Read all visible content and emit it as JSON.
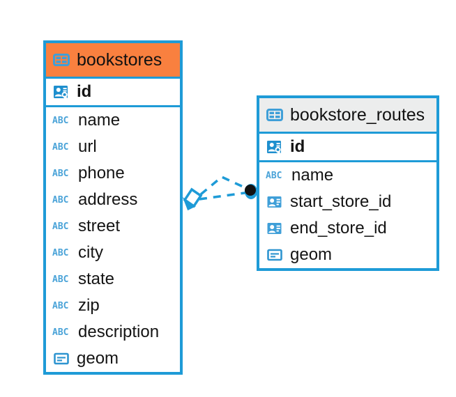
{
  "diagram": {
    "type": "entity-relationship-diagram",
    "background_color": "#ffffff",
    "accent_blue": "#1e9bd7",
    "accent_orange": "#f9803f",
    "accent_grey": "#eceded"
  },
  "entities": [
    {
      "name": "bookstores",
      "title": "bookstores",
      "header_color": "#f9803f",
      "header_icon": "table-icon",
      "primary_key": {
        "label": "id",
        "icon": "primary-key-icon"
      },
      "fields": [
        {
          "label": "name",
          "icon": "text-abc-icon"
        },
        {
          "label": "url",
          "icon": "text-abc-icon"
        },
        {
          "label": "phone",
          "icon": "text-abc-icon"
        },
        {
          "label": "address",
          "icon": "text-abc-icon"
        },
        {
          "label": "street",
          "icon": "text-abc-icon"
        },
        {
          "label": "city",
          "icon": "text-abc-icon"
        },
        {
          "label": "state",
          "icon": "text-abc-icon"
        },
        {
          "label": "zip",
          "icon": "text-abc-icon"
        },
        {
          "label": "description",
          "icon": "text-abc-icon"
        },
        {
          "label": "geom",
          "icon": "geometry-icon"
        }
      ]
    },
    {
      "name": "bookstore_routes",
      "title": "bookstore_routes",
      "header_color": "#eceded",
      "header_icon": "table-icon",
      "primary_key": {
        "label": "id",
        "icon": "primary-key-icon"
      },
      "fields": [
        {
          "label": "name",
          "icon": "text-abc-icon"
        },
        {
          "label": "start_store_id",
          "icon": "foreign-key-icon"
        },
        {
          "label": "end_store_id",
          "icon": "foreign-key-icon"
        },
        {
          "label": "geom",
          "icon": "geometry-icon"
        }
      ]
    }
  ],
  "relationship": {
    "name": "bookstores-to-bookstore-routes",
    "style": "dashed",
    "color": "#1e9bd7",
    "source_marker": "diamond-marker",
    "target_marker": "filled-circle-marker"
  }
}
